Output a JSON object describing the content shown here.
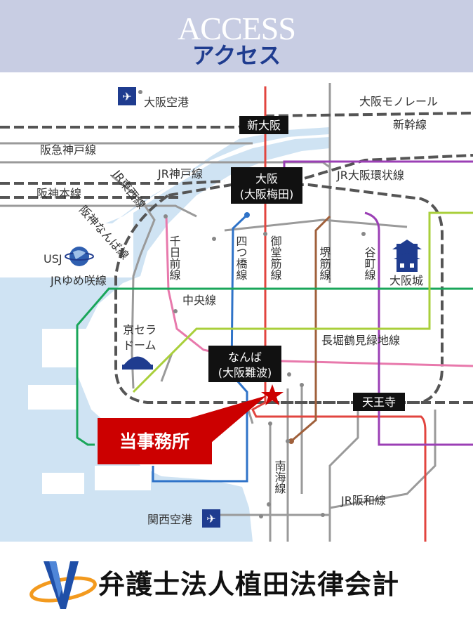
{
  "header": {
    "title_en": "ACCESS",
    "title_ja": "アクセス"
  },
  "map": {
    "airports": {
      "osaka": "大阪空港",
      "kansai": "関西空港"
    },
    "stations": {
      "shin_osaka": "新大阪",
      "osaka_1": "大阪",
      "osaka_2": "(大阪梅田)",
      "namba_1": "なんば",
      "namba_2": "(大阪難波)",
      "tennoji": "天王寺"
    },
    "lines": {
      "monorail": "大阪モノレール",
      "shinkansen": "新幹線",
      "hankyu_kobe": "阪急神戸線",
      "jr_kobe": "JR神戸線",
      "jr_tozai": "JR東西線",
      "jr_loop": "JR大阪環状線",
      "hanshin_main": "阪神本線",
      "hanshin_namba": "阪神なんば線",
      "jr_yumesaki": "JRゆめ咲線",
      "sennichimae": "千日前線",
      "yotsubashi": "四つ橋線",
      "midosuji": "御堂筋線",
      "sakaisuji": "堺筋線",
      "tanimachi": "谷町線",
      "chuo": "中央線",
      "nagahori": "長堀鶴見緑地線",
      "nankai": "南海線",
      "jr_hanwa": "JR阪和線"
    },
    "landmarks": {
      "usj": "USJ",
      "osaka_castle": "大阪城",
      "kyocera_1": "京セラ",
      "kyocera_2": "ドーム"
    },
    "callout": "当事務所"
  },
  "footer": {
    "firm_name": "弁護士法人植田法律会計"
  },
  "colors": {
    "header_bg": "#c8cde3",
    "header_ja": "#1f3c8f",
    "water": "#cfe3f3",
    "land": "#ffffff",
    "midosuji": "#e2453f",
    "yotsubashi": "#2f73c8",
    "tanimachi": "#9b3fb5",
    "sakaisuji": "#a0603b",
    "chuo": "#1aa65a",
    "nagahori": "#a9cf3b",
    "sennichimae": "#e879ac",
    "callout": "#cc0000"
  }
}
